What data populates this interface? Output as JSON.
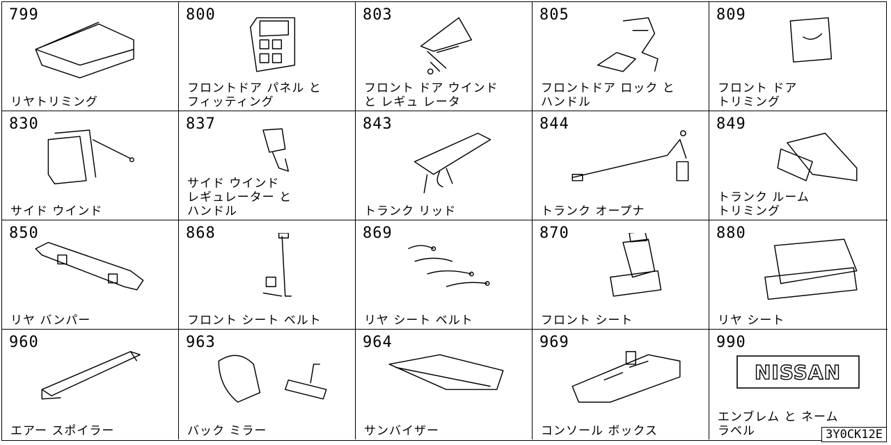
{
  "parts": [
    {
      "num": "799",
      "label": "リヤトリミング",
      "icon": "rear-trim-icon"
    },
    {
      "num": "800",
      "label": "フロントドア パネル と\nフィッティング",
      "icon": "front-door-panel-icon"
    },
    {
      "num": "803",
      "label": "フロント ドア ウインド\nと レギュ レータ",
      "icon": "front-door-window-icon"
    },
    {
      "num": "805",
      "label": "フロントドア ロック と\nハンドル",
      "icon": "door-lock-handle-icon"
    },
    {
      "num": "809",
      "label": "フロント ドア\nトリミング",
      "icon": "door-trim-icon"
    },
    {
      "num": "830",
      "label": "サイド ウインド",
      "icon": "side-window-icon"
    },
    {
      "num": "837",
      "label": "サイド ウインド\nレギュレーター と\nハンドル",
      "icon": "side-window-regulator-icon"
    },
    {
      "num": "843",
      "label": "トランク リッド",
      "icon": "trunk-lid-icon"
    },
    {
      "num": "844",
      "label": "トランク オープナ",
      "icon": "trunk-opener-icon"
    },
    {
      "num": "849",
      "label": "トランク ルーム\nトリミング",
      "icon": "trunk-room-trim-icon"
    },
    {
      "num": "850",
      "label": "リヤ バンパー",
      "icon": "rear-bumper-icon"
    },
    {
      "num": "868",
      "label": "フロント シート ベルト",
      "icon": "front-seat-belt-icon"
    },
    {
      "num": "869",
      "label": "リヤ シート ベルト",
      "icon": "rear-seat-belt-icon"
    },
    {
      "num": "870",
      "label": "フロント シート",
      "icon": "front-seat-icon"
    },
    {
      "num": "880",
      "label": "リヤ シート",
      "icon": "rear-seat-icon"
    },
    {
      "num": "960",
      "label": "エアー スポイラー",
      "icon": "air-spoiler-icon"
    },
    {
      "num": "963",
      "label": "バック ミラー",
      "icon": "mirror-icon"
    },
    {
      "num": "964",
      "label": "サンバイザー",
      "icon": "sun-visor-icon"
    },
    {
      "num": "969",
      "label": "コンソール ボックス",
      "icon": "console-box-icon"
    },
    {
      "num": "990",
      "label": "エンブレム と ネーム\nラベル",
      "icon": "nissan-emblem-icon"
    }
  ],
  "emblem_text": "NISSAN",
  "diagram_code": "3Y0CK12E"
}
